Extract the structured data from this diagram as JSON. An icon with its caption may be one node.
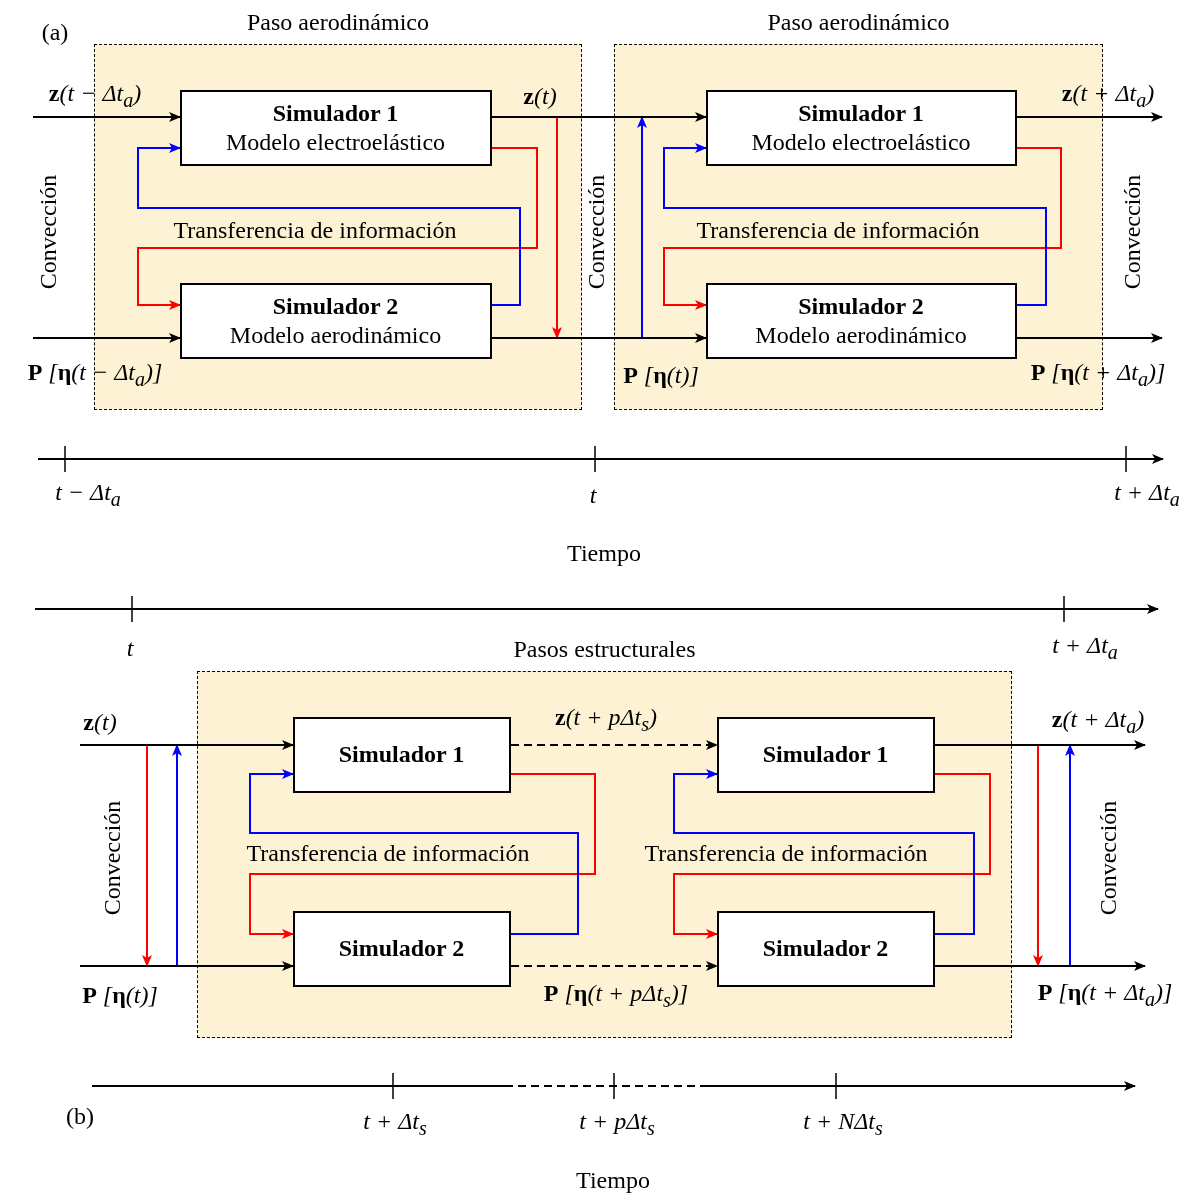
{
  "diagram": {
    "nodes": [
      {
        "text": [
          "Paso aerodinámico"
        ]
      },
      {
        "text": [
          "Simulador 1",
          "Modelo electroelástico"
        ],
        "in": 0
      },
      {
        "text": [
          "Simulador 2",
          "Modelo aerodinámico"
        ],
        "in": 0
      },
      {
        "text": [
          "Paso aerodinámico"
        ]
      },
      {
        "text": [
          "Simulador 1",
          "Modelo electroelástico"
        ],
        "in": 3
      },
      {
        "text": [
          "Simulador 2",
          "Modelo aerodinámico"
        ],
        "in": 3
      },
      {
        "text": [
          "Pasos estructurales"
        ]
      },
      {
        "text": [
          "Simulador 1"
        ],
        "in": 6
      },
      {
        "text": [
          "Simulador 2"
        ],
        "in": 6
      },
      {
        "text": [
          "Simulador 1"
        ],
        "in": 6
      },
      {
        "text": [
          "Simulador 2"
        ],
        "in": 6
      }
    ],
    "edges": [
      {
        "from": null,
        "to": 1,
        "arrow": "to",
        "label": "**z**(t − Δt$_{a}$)"
      },
      {
        "from": null,
        "to": 2,
        "arrow": "to",
        "label": "**P** [**η**(t − Δt$_{a}$)]"
      },
      {
        "from": 1,
        "to": 2,
        "arrow": "to",
        "color": "#ff0000"
      },
      {
        "from": 2,
        "to": 1,
        "arrow": "to",
        "color": "#0000ff"
      },
      {
        "from": 1,
        "to": 4,
        "arrow": "to",
        "label": "**z**(t)"
      },
      {
        "from": 2,
        "to": 5,
        "arrow": "to",
        "label": "**P** [**η**(t)]"
      },
      {
        "from": 4,
        "to": 5,
        "arrow": "to",
        "color": "#ff0000"
      },
      {
        "from": 5,
        "to": 4,
        "arrow": "to",
        "color": "#0000ff"
      },
      {
        "from": 4,
        "to": null,
        "arrow": "to",
        "label": "**z**(t + Δt$_{a}$)"
      },
      {
        "from": 5,
        "to": null,
        "arrow": "to",
        "label": "**P** [**η**(t + Δt$_{a}$)]"
      },
      {
        "from": null,
        "to": 7,
        "arrow": "to",
        "label": "**z**(t)"
      },
      {
        "from": null,
        "to": 8,
        "arrow": "to",
        "label": "**P** [**η**(t)]"
      },
      {
        "from": 7,
        "to": 8,
        "arrow": "to",
        "color": "#ff0000"
      },
      {
        "from": 8,
        "to": 7,
        "arrow": "to",
        "color": "#0000ff"
      },
      {
        "from": 7,
        "to": 9,
        "arrow": "to",
        "style": "dashed",
        "label": "**z**(t + pΔt$_{s}$)"
      },
      {
        "from": 8,
        "to": 10,
        "arrow": "to",
        "style": "dashed",
        "label": "**P** [**η**(t + pΔt$_{s}$)]"
      },
      {
        "from": 9,
        "to": 10,
        "arrow": "to",
        "color": "#ff0000"
      },
      {
        "from": 10,
        "to": 9,
        "arrow": "to",
        "color": "#0000ff"
      },
      {
        "from": 9,
        "to": null,
        "arrow": "to",
        "label": "**z**(t + Δt$_{a}$)"
      },
      {
        "from": 10,
        "to": null,
        "arrow": "to",
        "label": "**P** [**η**(t + Δt$_{a}$)]"
      },
      {
        "from": 1,
        "to": null,
        "arrow": "to",
        "color": "#ff0000"
      },
      {
        "from": 2,
        "to": 3,
        "arrow": "to",
        "color": "#0000ff"
      },
      {
        "from": 7,
        "to": null,
        "arrow": "to",
        "color": "#ff0000"
      },
      {
        "from": 8,
        "to": null,
        "arrow": "to",
        "color": "#0000ff"
      },
      {
        "from": 9,
        "to": null,
        "arrow": "to",
        "color": "#ff0000"
      },
      {
        "from": 10,
        "to": null,
        "arrow": "to",
        "color": "#0000ff"
      }
    ],
    "labels": [
      "(a)",
      "Transferencia de información",
      "Transferencia de información",
      "Convección",
      "Convección",
      "Convección",
      "t − Δt$_{a}$",
      "t",
      "t + Δt$_{a}$",
      "Tiempo",
      "t",
      "t + Δt$_{a}$",
      "Convección",
      "Transferencia de información",
      "Transferencia de información",
      "Convección",
      "(b)",
      "t + Δt$_{s}$",
      "t + pΔt$_{s}$",
      "t + NΔt$_{s}$",
      "Tiempo"
    ]
  }
}
